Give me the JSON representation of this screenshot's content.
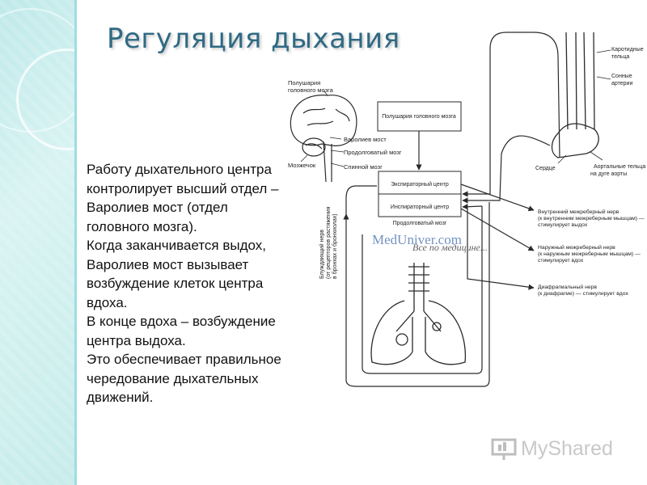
{
  "title": "Регуляция дыхания",
  "body_paragraphs": [
    "Работу дыхательного центра контролирует высший отдел – Варолиев мост (отдел головного мозга).",
    "Когда заканчивается выдох, Варолиев мост вызывает возбуждение клеток центра вдоха.",
    "В конце вдоха – возбуждение центра выдоха.",
    "Это обеспечивает правильное чередование дыхательных движений."
  ],
  "diagram": {
    "brain_title": [
      "Полушария",
      "головного мозга"
    ],
    "varolius": "Варолиев мост",
    "medulla": "Продолговатый мозг",
    "spinal": "Спинной мозг",
    "cerebellum": "Мозжечок",
    "box_hemispheres": "Полушария головного мозга",
    "box_expiratory": "Экспираторный центр",
    "box_inspiratory": "Инспираторный центр",
    "medulla_caption": "Продолговатый мозг",
    "carotid_bodies": [
      "Каротидные",
      "тельца"
    ],
    "carotid_arteries": [
      "Сонные",
      "артерии"
    ],
    "heart": "Сердце",
    "aortic_bodies": [
      "Аортальные тельца",
      "на дуге аорты"
    ],
    "internal_nerve": [
      "Внутренний межреберный нерв",
      "(к внутренним межреберным мышцам) —",
      "стимулирует выдох"
    ],
    "external_nerve": [
      "Наружный межреберный нерв",
      "(к наружным межреберным мышцам) —",
      "стимулирует вдох"
    ],
    "diaphragm_nerve": [
      "Диафрагмальный нерв",
      "(к диафрагме) — стимулирует вдох"
    ],
    "vagus": [
      "Блуждающий нерв",
      "(от рецепторов растяжения",
      "в бронхах и бронхиолах)"
    ]
  },
  "watermark": {
    "main": "MedUniver.com",
    "sub": "Все по медицине..."
  },
  "logo": {
    "text": "MyShared"
  },
  "colors": {
    "title": "#2f6a83",
    "band": "#c6eceb",
    "line": "#2a2a2a"
  }
}
